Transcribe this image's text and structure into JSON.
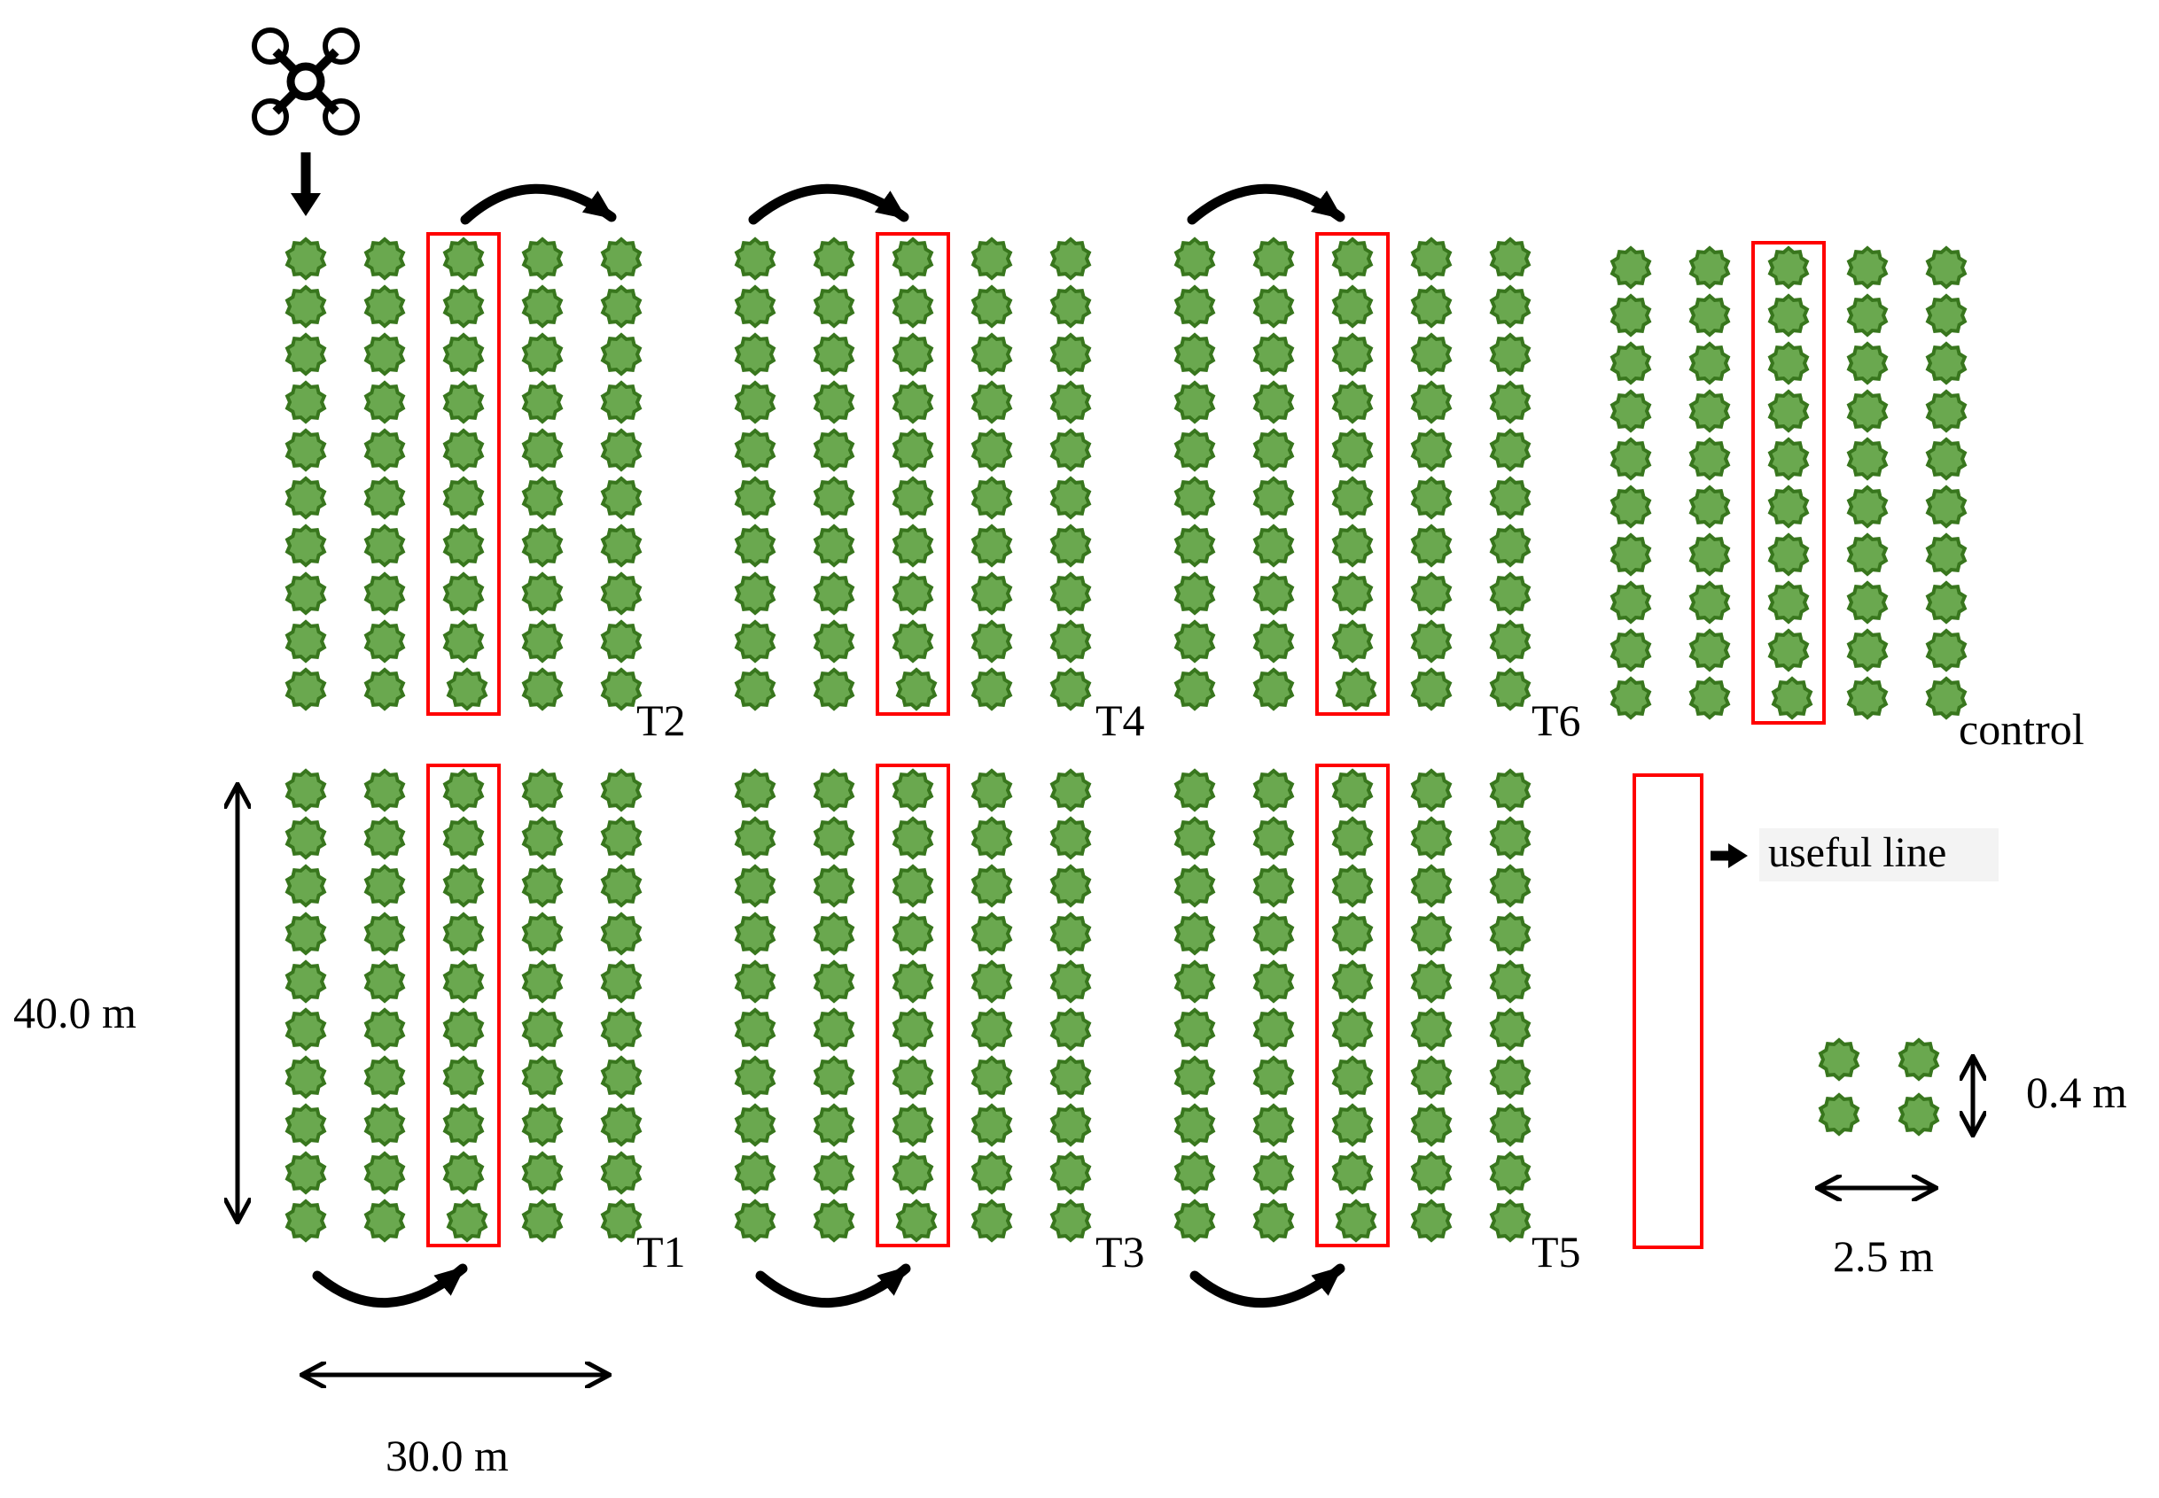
{
  "plots": [
    {
      "id": "T1",
      "label": "T1"
    },
    {
      "id": "T2",
      "label": "T2"
    },
    {
      "id": "T3",
      "label": "T3"
    },
    {
      "id": "T4",
      "label": "T4"
    },
    {
      "id": "T5",
      "label": "T5"
    },
    {
      "id": "T6",
      "label": "T6"
    },
    {
      "id": "control",
      "label": "control"
    }
  ],
  "plot_layout": {
    "rows_per_plot": 5,
    "plants_per_row": 10,
    "useful_row_index": 3
  },
  "legend": {
    "useful_line_label": "useful line"
  },
  "dimensions": {
    "plot_length": "40.0 m",
    "plot_width": "30.0 m",
    "plant_spacing": "0.4 m",
    "row_spacing": "2.5 m"
  },
  "colors": {
    "plant_fill": "#6aa84f",
    "plant_stroke": "#38761d",
    "useful_line": "#ff0000",
    "arrows": "#000000"
  },
  "icons": {
    "uav": "drone-icon"
  }
}
